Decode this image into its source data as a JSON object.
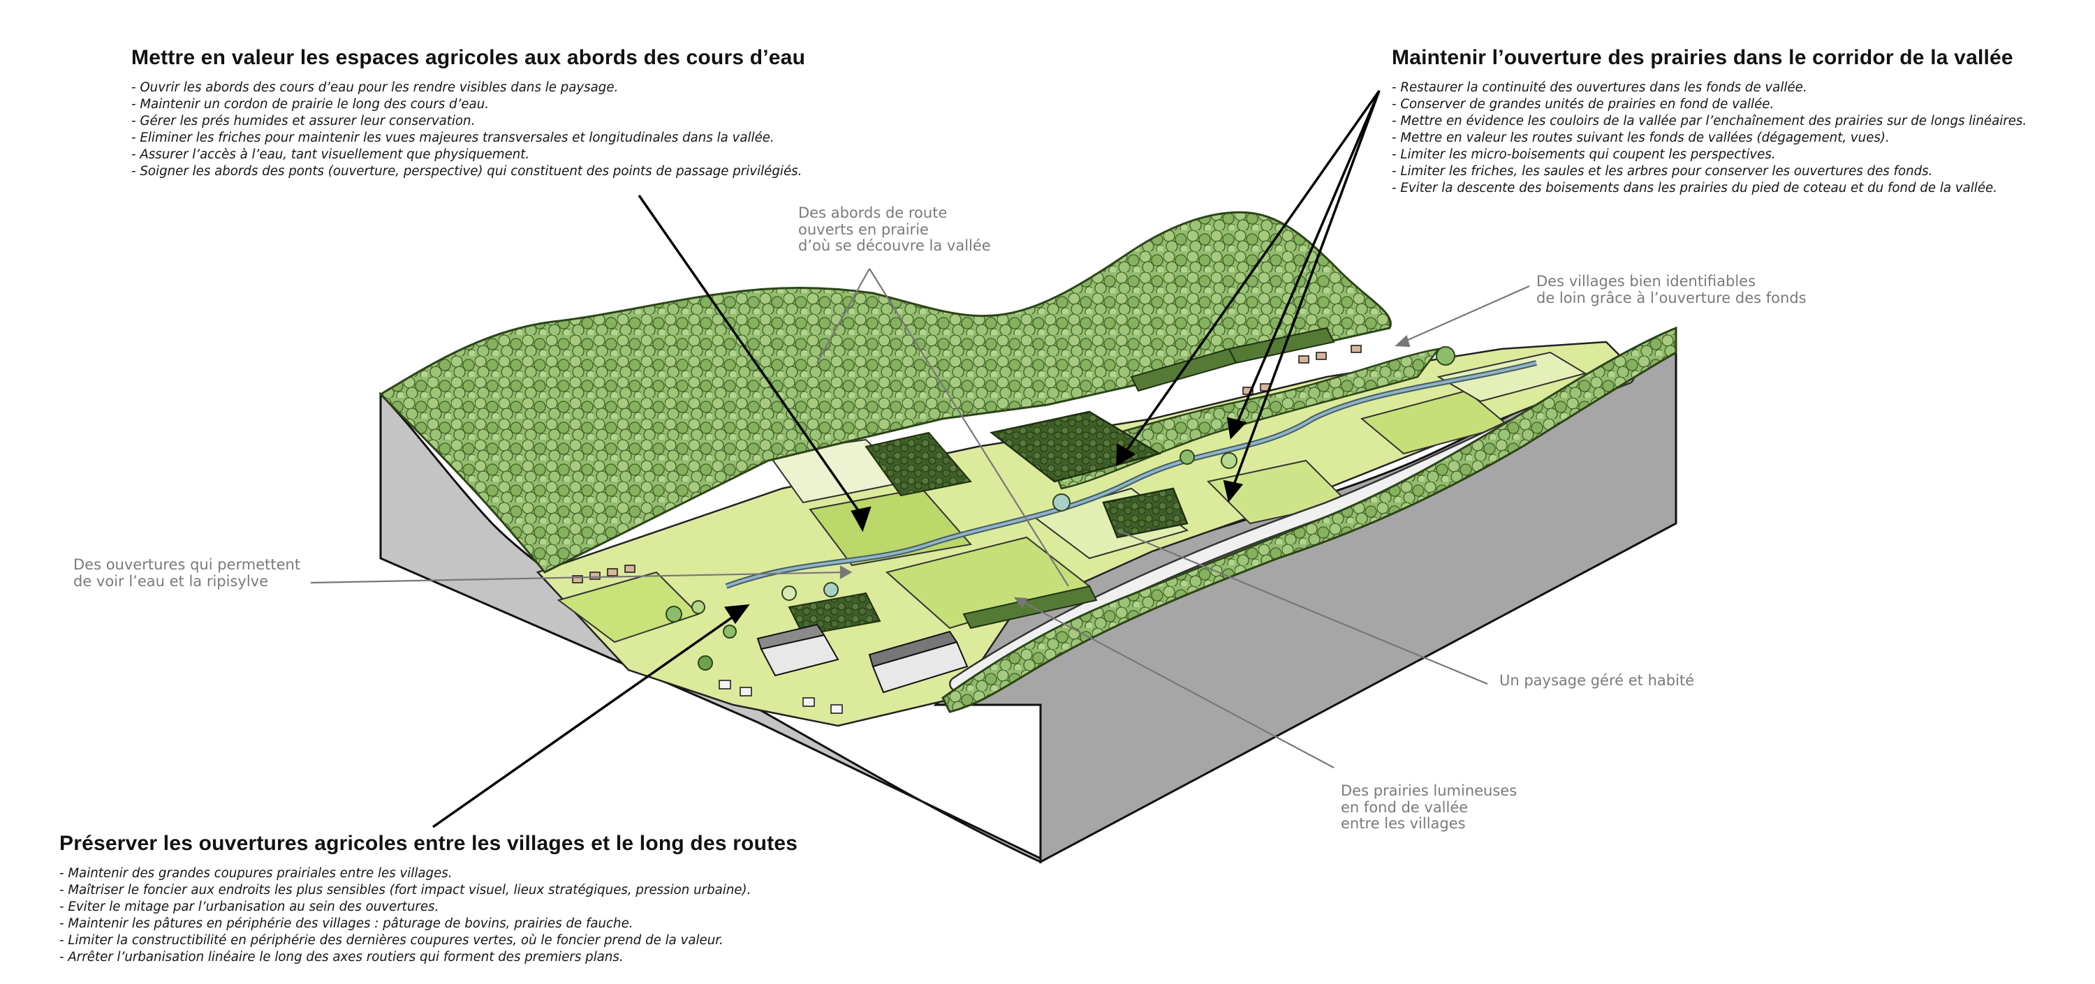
{
  "blocks": {
    "top_left": {
      "title": "Mettre en valeur les espaces agricoles aux abords des cours d’eau",
      "items": [
        "Ouvrir les abords des cours d’eau pour les rendre visibles dans le paysage.",
        "Maintenir un cordon de prairie le long des cours d’eau.",
        "Gérer les prés humides et assurer leur conservation.",
        "Eliminer les friches pour maintenir les vues majeures transversales et longitudinales dans la vallée.",
        "Assurer l’accès à l’eau, tant visuellement que physiquement.",
        "Soigner les abords des ponts (ouverture, perspective) qui constituent des points de passage privilégiés."
      ]
    },
    "top_right": {
      "title": "Maintenir l’ouverture des prairies dans le corridor de la vallée",
      "items": [
        "Restaurer la continuité des ouvertures dans les fonds de vallée.",
        "Conserver de grandes unités de prairies en fond de vallée.",
        "Mettre en évidence les couloirs de la vallée par l’enchaînement des prairies sur de longs linéaires.",
        "Mettre en valeur les routes suivant les fonds de vallées (dégagement, vues).",
        "Limiter les micro-boisements qui coupent les perspectives.",
        "Limiter les friches, les saules et les arbres pour conserver les ouvertures des fonds.",
        "Eviter la descente des boisements dans les prairies du pied de coteau et du fond de la vallée."
      ]
    },
    "bottom_left": {
      "title": "Préserver les ouvertures agricoles entre les villages et le long des routes",
      "items": [
        "Maintenir des grandes coupures prairiales entre les villages.",
        "Maîtriser le foncier aux endroits les plus sensibles (fort impact visuel, lieux stratégiques, pression urbaine).",
        "Eviter le mitage par l’urbanisation au sein des ouvertures.",
        "Maintenir les pâtures en périphérie des villages : pâturage de bovins, prairies de fauche.",
        "Limiter la constructibilité en périphérie des dernières coupures vertes, où le foncier prend de la valeur.",
        "Arrêter l’urbanisation linéaire le long des axes routiers qui forment des premiers plans."
      ]
    }
  },
  "annotations": {
    "route": [
      "Des abords de route",
      "ouverts en prairie",
      "d’où se découvre la vallée"
    ],
    "villages": [
      "Des villages bien identifiables",
      "de loin grâce à l’ouverture des fonds"
    ],
    "eau": [
      "Des ouvertures qui permettent",
      "de voir l’eau et la ripisylve"
    ],
    "paysage": [
      "Un paysage géré et habité"
    ],
    "prairies": [
      "Des prairies lumineuses",
      "en fond de vallée",
      "entre les villages"
    ]
  },
  "colors": {
    "forest": "#8fb86a",
    "forest_dark": "#4f7a2e",
    "meadow_light": "#dcea9c",
    "meadow": "#c6df78",
    "section_side": "#c4c4c4",
    "section_front": "#a5a5a5",
    "road": "#f0f0f0",
    "river": "#8fb4c6",
    "annotation_text": "#7a7a7a"
  }
}
